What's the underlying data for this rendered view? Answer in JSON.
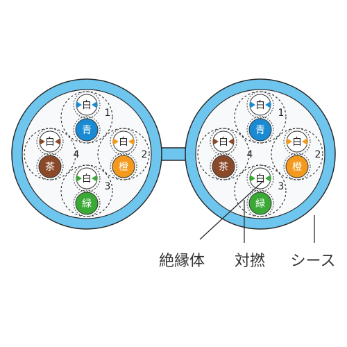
{
  "colors": {
    "sheath": "#6ec6ef",
    "sheath_stroke": "#2a2a2a",
    "blue": "#1a8ad2",
    "orange": "#f39a1e",
    "green": "#3aa935",
    "brown": "#8a4a2a",
    "white": "#ffffff",
    "dash": "#333333"
  },
  "cables": [
    {
      "pairs": [
        {
          "number": "1",
          "white_label": "白",
          "color_label": "青",
          "color": "blue"
        },
        {
          "number": "2",
          "white_label": "白",
          "color_label": "橙",
          "color": "orange"
        },
        {
          "number": "3",
          "white_label": "白",
          "color_label": "緑",
          "color": "green"
        },
        {
          "number": "4",
          "white_label": "白",
          "color_label": "茶",
          "color": "brown"
        }
      ]
    },
    {
      "pairs": [
        {
          "number": "1",
          "white_label": "白",
          "color_label": "青",
          "color": "blue"
        },
        {
          "number": "2",
          "white_label": "白",
          "color_label": "橙",
          "color": "orange"
        },
        {
          "number": "3",
          "white_label": "白",
          "color_label": "緑",
          "color": "green"
        },
        {
          "number": "4",
          "white_label": "白",
          "color_label": "茶",
          "color": "brown"
        }
      ]
    }
  ],
  "callouts": {
    "insulator": "絶縁体",
    "twisted_pair": "対撚",
    "sheath": "シース"
  }
}
